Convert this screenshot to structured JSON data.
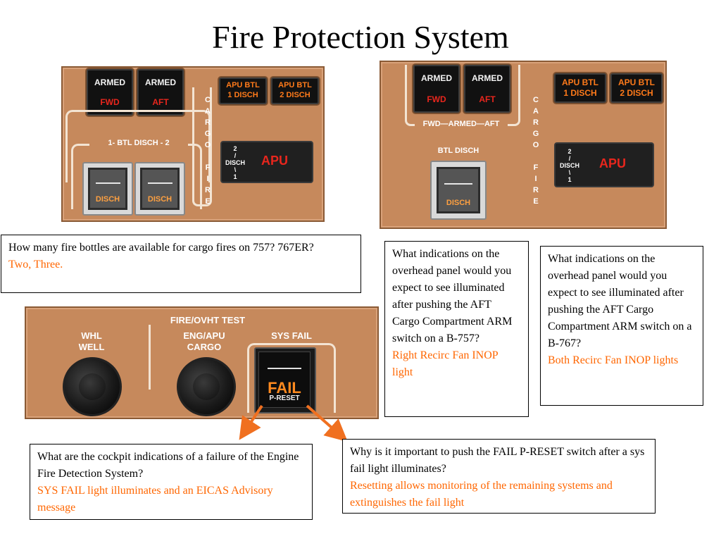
{
  "title": "Fire Protection System",
  "panel_757": {
    "armed_label": "ARMED",
    "fwd": "FWD",
    "aft": "AFT",
    "apu_btl_1": "APU BTL",
    "apu_btl_1b": "1 DISCH",
    "apu_btl_2": "APU BTL",
    "apu_btl_2b": "2 DISCH",
    "btl_disch": "1- BTL  DISCH - 2",
    "cargo_fire_vertical": [
      "C",
      "A",
      "R",
      "G",
      "O",
      "",
      "F",
      "I",
      "R",
      "E"
    ],
    "disch": "DISCH",
    "apu": "APU",
    "apu_ind": [
      "2",
      "/",
      "DISCH",
      "\\",
      "1"
    ]
  },
  "panel_767": {
    "armed_label": "ARMED",
    "fwd": "FWD",
    "aft": "AFT",
    "fwd_armed_aft": "FWD—ARMED—AFT",
    "apu_btl_1": "APU BTL",
    "apu_btl_1b": "1 DISCH",
    "apu_btl_2": "APU BTL",
    "apu_btl_2b": "2 DISCH",
    "btl_disch": "BTL DISCH",
    "cargo_fire_vertical": [
      "C",
      "A",
      "R",
      "G",
      "O",
      "",
      "F",
      "I",
      "R",
      "E"
    ],
    "disch": "DISCH",
    "apu": "APU",
    "apu_ind": [
      "2",
      "/",
      "DISCH",
      "\\",
      "1"
    ]
  },
  "test_panel": {
    "fire_ovht_test": "FIRE/OVHT TEST",
    "whl": "WHL",
    "well": "WELL",
    "eng_apu": "ENG/APU",
    "cargo": "CARGO",
    "sys_fail": "SYS FAIL",
    "fail": "FAIL",
    "preset": "P-RESET"
  },
  "q1": {
    "question": "How many fire bottles are available for cargo fires on 757? 767ER?",
    "answer": "Two, Three."
  },
  "q2": {
    "question": "What indications on the overhead panel would you expect to see illuminated after pushing the AFT Cargo Compartment ARM switch on a B-757?",
    "answer": "Right Recirc Fan INOP light"
  },
  "q3": {
    "question": "What indications on the overhead panel would you expect to see illuminated after pushing the AFT Cargo Compartment ARM switch on a B-767?",
    "answer": "Both Recirc Fan INOP lights"
  },
  "q4": {
    "question": "What are the cockpit indications of a failure of the Engine Fire Detection System?",
    "answer": "SYS FAIL light illuminates and an EICAS Advisory message"
  },
  "q5": {
    "question": "Why is it important to push the FAIL P-RESET switch after a sys fail light illuminates?",
    "answer": "Resetting allows monitoring of the remaining systems and extinguishes the fail light"
  },
  "colors": {
    "panel": "#c6895c",
    "answer": "#ff6600",
    "arrow": "#f07020",
    "armed_red": "#e8261d"
  }
}
